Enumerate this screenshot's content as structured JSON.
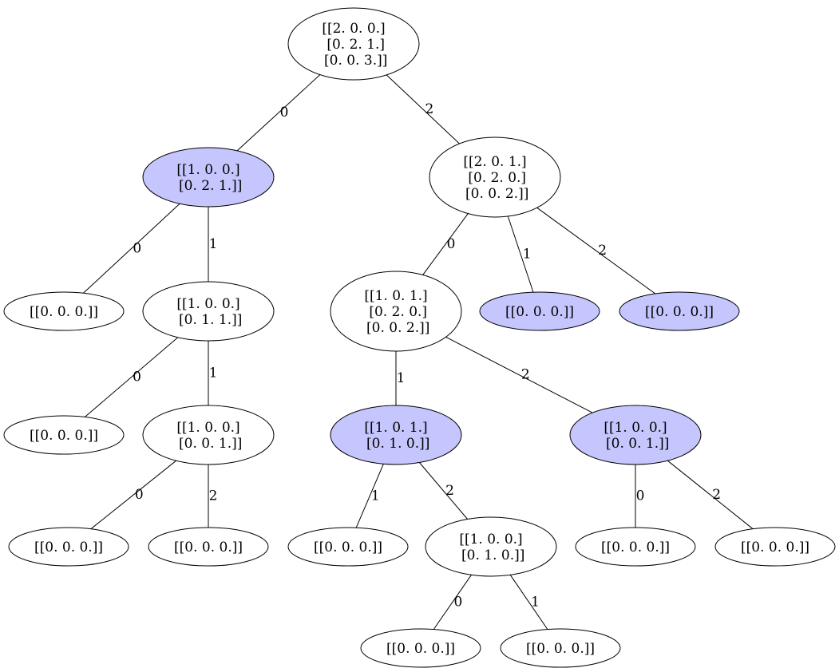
{
  "colors": {
    "highlight_fill": "#c6c6fe",
    "default_fill": "#ffffff",
    "stroke": "#000000"
  },
  "nodes": [
    {
      "id": "n0",
      "lines": [
        "[[2. 0. 0.]",
        " [0. 2. 1.]",
        " [0. 0. 3.]]"
      ],
      "highlight": false
    },
    {
      "id": "n1",
      "lines": [
        "[[1. 0. 0.]",
        " [0. 2. 1.]]"
      ],
      "highlight": true
    },
    {
      "id": "n2",
      "lines": [
        "[[2. 0. 1.]",
        " [0. 2. 0.]",
        " [0. 0. 2.]]"
      ],
      "highlight": false
    },
    {
      "id": "n3",
      "lines": [
        "[[0. 0. 0.]]"
      ],
      "highlight": false
    },
    {
      "id": "n4",
      "lines": [
        "[[1. 0. 0.]",
        " [0. 1. 1.]]"
      ],
      "highlight": false
    },
    {
      "id": "n5",
      "lines": [
        "[[1. 0. 1.]",
        " [0. 2. 0.]",
        " [0. 0. 2.]]"
      ],
      "highlight": false
    },
    {
      "id": "n6",
      "lines": [
        "[[0. 0. 0.]]"
      ],
      "highlight": true
    },
    {
      "id": "n7",
      "lines": [
        "[[0. 0. 0.]]"
      ],
      "highlight": true
    },
    {
      "id": "n8",
      "lines": [
        "[[0. 0. 0.]]"
      ],
      "highlight": false
    },
    {
      "id": "n9",
      "lines": [
        "[[1. 0. 0.]",
        " [0. 0. 1.]]"
      ],
      "highlight": false
    },
    {
      "id": "n10",
      "lines": [
        "[[1. 0. 1.]",
        " [0. 1. 0.]]"
      ],
      "highlight": true
    },
    {
      "id": "n11",
      "lines": [
        "[[1. 0. 0.]",
        " [0. 0. 1.]]"
      ],
      "highlight": true
    },
    {
      "id": "n12",
      "lines": [
        "[[0. 0. 0.]]"
      ],
      "highlight": false
    },
    {
      "id": "n13",
      "lines": [
        "[[0. 0. 0.]]"
      ],
      "highlight": false
    },
    {
      "id": "n14",
      "lines": [
        "[[0. 0. 0.]]"
      ],
      "highlight": false
    },
    {
      "id": "n15",
      "lines": [
        "[[1. 0. 0.]",
        " [0. 1. 0.]]"
      ],
      "highlight": false
    },
    {
      "id": "n16",
      "lines": [
        "[[0. 0. 0.]]"
      ],
      "highlight": false
    },
    {
      "id": "n17",
      "lines": [
        "[[0. 0. 0.]]"
      ],
      "highlight": false
    },
    {
      "id": "n18",
      "lines": [
        "[[0. 0. 0.]]"
      ],
      "highlight": false
    },
    {
      "id": "n19",
      "lines": [
        "[[0. 0. 0.]]"
      ],
      "highlight": false
    }
  ],
  "edges": [
    {
      "from": "n0",
      "to": "n1",
      "label": "0"
    },
    {
      "from": "n0",
      "to": "n2",
      "label": "2"
    },
    {
      "from": "n1",
      "to": "n3",
      "label": "0"
    },
    {
      "from": "n1",
      "to": "n4",
      "label": "1"
    },
    {
      "from": "n2",
      "to": "n5",
      "label": "0"
    },
    {
      "from": "n2",
      "to": "n6",
      "label": "1"
    },
    {
      "from": "n2",
      "to": "n7",
      "label": "2"
    },
    {
      "from": "n4",
      "to": "n8",
      "label": "0"
    },
    {
      "from": "n4",
      "to": "n9",
      "label": "1"
    },
    {
      "from": "n5",
      "to": "n10",
      "label": "1"
    },
    {
      "from": "n5",
      "to": "n11",
      "label": "2"
    },
    {
      "from": "n9",
      "to": "n12",
      "label": "0"
    },
    {
      "from": "n9",
      "to": "n13",
      "label": "2"
    },
    {
      "from": "n10",
      "to": "n14",
      "label": "1"
    },
    {
      "from": "n10",
      "to": "n15",
      "label": "2"
    },
    {
      "from": "n11",
      "to": "n16",
      "label": "0"
    },
    {
      "from": "n11",
      "to": "n17",
      "label": "2"
    },
    {
      "from": "n15",
      "to": "n18",
      "label": "0"
    },
    {
      "from": "n15",
      "to": "n19",
      "label": "1"
    }
  ]
}
